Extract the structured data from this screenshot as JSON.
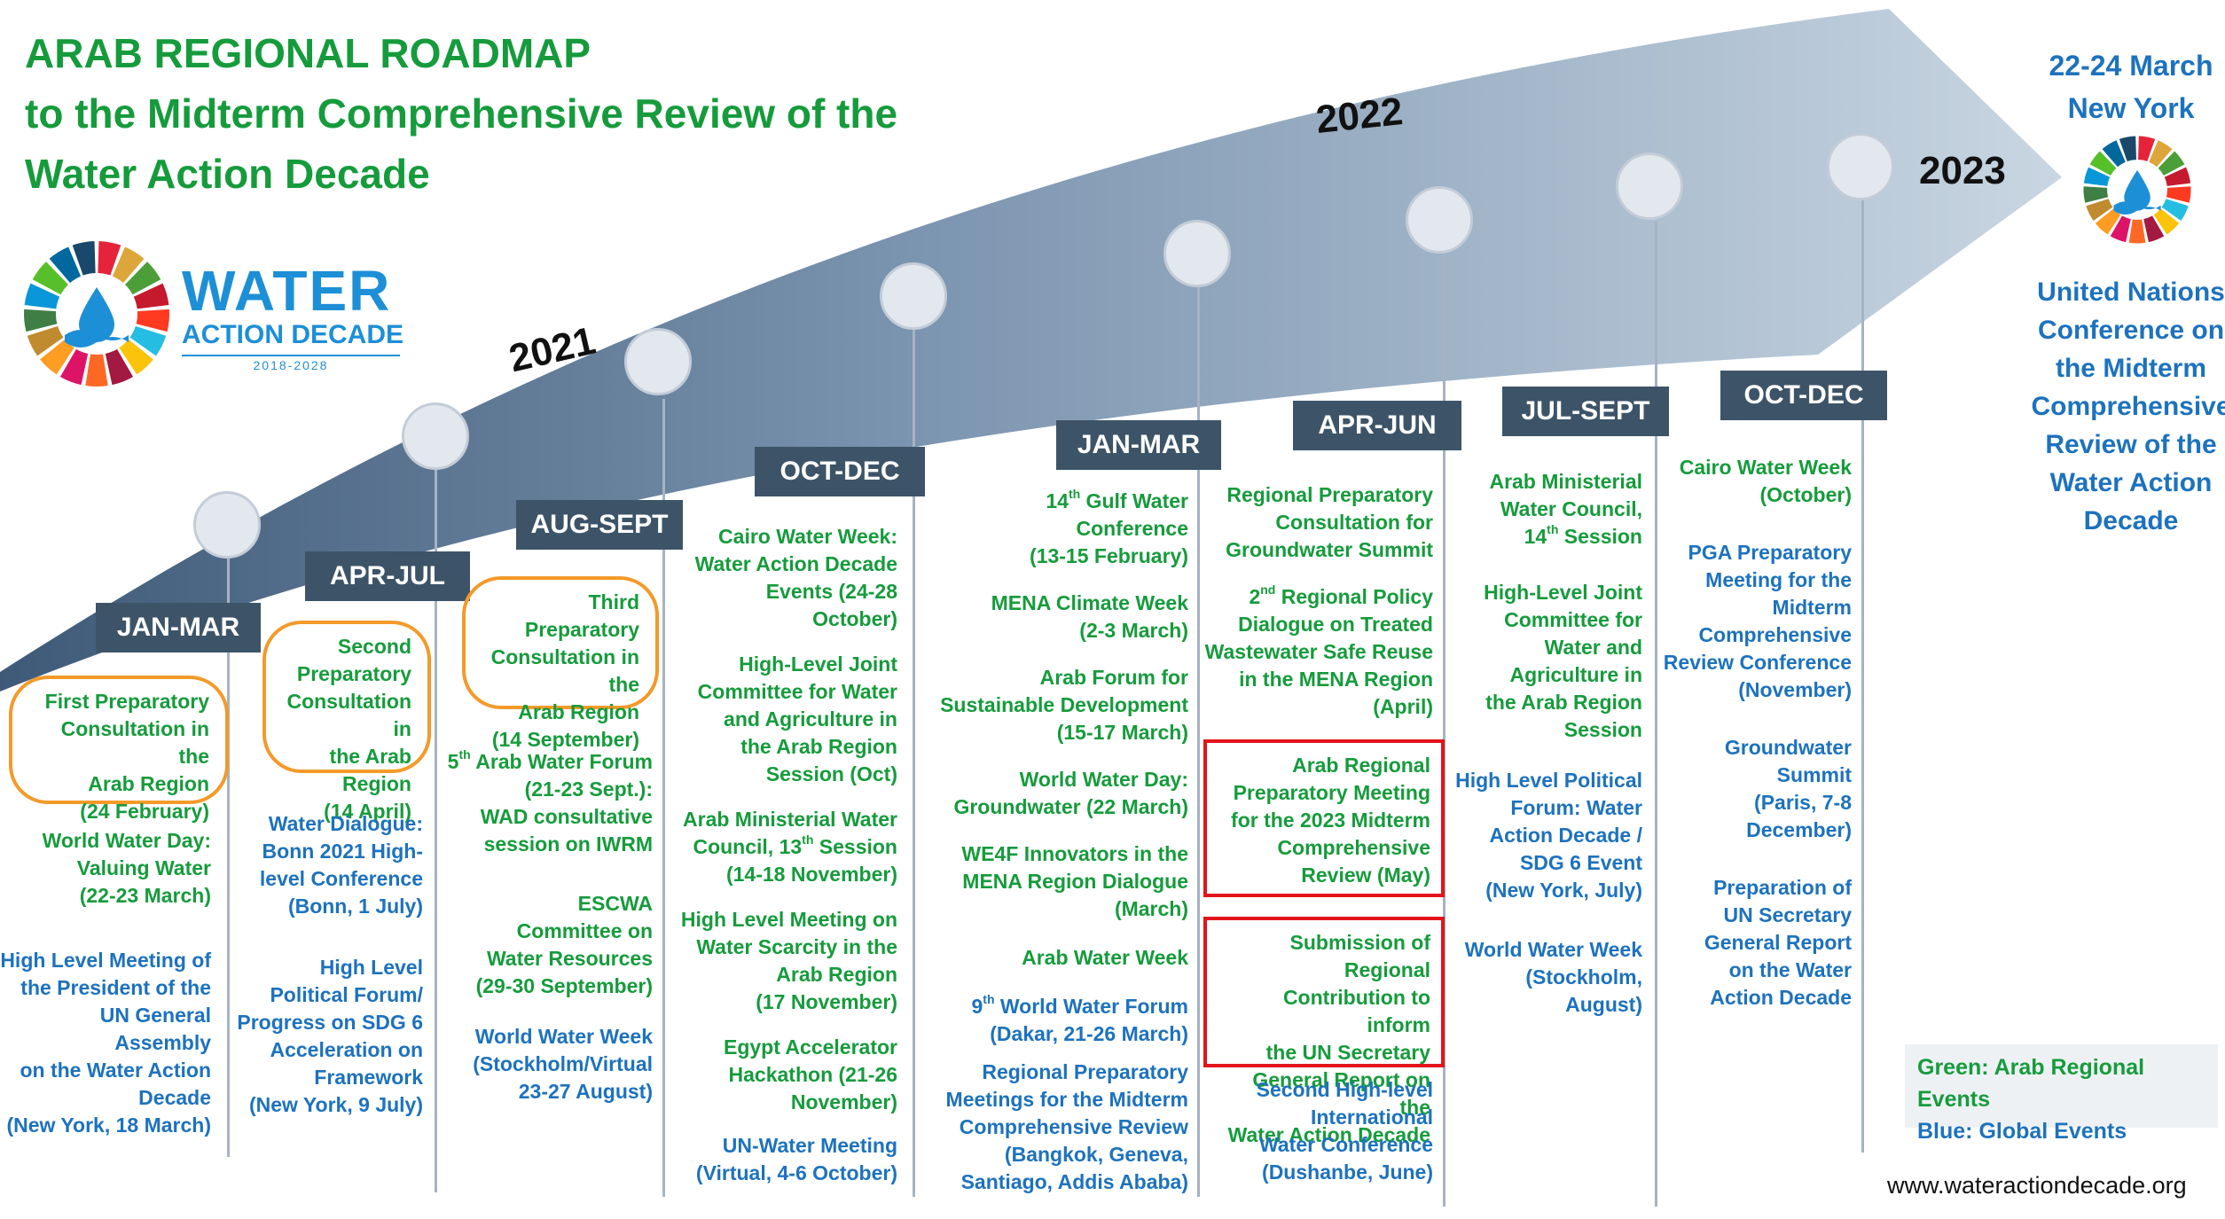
{
  "title": {
    "line1": "ARAB REGIONAL ROADMAP",
    "line2": "to the Midterm Comprehensive Review of the",
    "line3": "Water Action Decade"
  },
  "logo": {
    "word1": "WATER",
    "word2": "ACTION DECADE",
    "years": "2018-2028",
    "icon": "sdg-wheel-water-drop-icon"
  },
  "years": {
    "y2021": "2021",
    "y2022": "2022",
    "y2023": "2023"
  },
  "periods": {
    "p1": "JAN-MAR",
    "p2": "APR-JUL",
    "p3": "AUG-SEPT",
    "p4": "OCT-DEC",
    "p5": "JAN-MAR",
    "p6": "APR-JUN",
    "p7": "JUL-SEPT",
    "p8": "OCT-DEC"
  },
  "events": {
    "c1": {
      "oval": [
        "First Preparatory",
        "Consultation in the",
        "Arab Region",
        "(24 February)"
      ],
      "e1": [
        "World Water Day:",
        "Valuing Water",
        "(22-23 March)"
      ],
      "e2": [
        "High Level Meeting of",
        "the President of the",
        "UN General Assembly",
        "on the Water Action",
        "Decade",
        "(New York, 18 March)"
      ]
    },
    "c2": {
      "oval": [
        "Second",
        "Preparatory",
        "Consultation in",
        "the Arab Region",
        "(14 April)"
      ],
      "e1": [
        "Water Dialogue:",
        "Bonn 2021 High-",
        "level Conference",
        "(Bonn, 1 July)"
      ],
      "e2": [
        "High Level",
        "Political Forum/",
        "Progress on SDG 6",
        "Acceleration on",
        "Framework",
        "(New York, 9 July)"
      ]
    },
    "c3": {
      "oval": [
        "Third Preparatory",
        "Consultation in the",
        "Arab Region",
        "(14 September)"
      ],
      "e1_pre": "5",
      "e1_sup": "th",
      "e1_post": " Arab Water Forum",
      "e1": [
        "(21-23 Sept.):",
        "WAD consultative",
        "session on IWRM"
      ],
      "e2": [
        "ESCWA",
        "Committee on",
        "Water Resources",
        "(29-30 September)"
      ],
      "e3": [
        "World Water Week",
        "(Stockholm/Virtual",
        "23-27 August)"
      ]
    },
    "c4": {
      "e1": [
        "Cairo Water Week:",
        "Water Action Decade",
        "Events (24-28",
        "October)"
      ],
      "e2": [
        "High-Level Joint",
        "Committee for Water",
        "and Agriculture in",
        "the Arab Region",
        "Session (Oct)"
      ],
      "e3_line1": "Arab Ministerial Water",
      "e3_pre": "Council, 13",
      "e3_sup": "th",
      "e3_post": " Session",
      "e3_line3": "(14-18 November)",
      "e4": [
        "High Level Meeting on",
        "Water Scarcity in the",
        "Arab Region",
        "(17 November)"
      ],
      "e5": [
        "Egypt Accelerator",
        "Hackathon (21-26",
        "November)"
      ],
      "e6": [
        "UN-Water Meeting",
        "(Virtual, 4-6 October)"
      ]
    },
    "c5": {
      "e1_pre": "14",
      "e1_sup": "th",
      "e1_post": " Gulf Water Conference",
      "e1_line2": "(13-15 February)",
      "e2": [
        "MENA Climate Week",
        "(2-3 March)"
      ],
      "e3": [
        "Arab Forum for",
        "Sustainable Development",
        "(15-17 March)"
      ],
      "e4": [
        "World Water Day:",
        "Groundwater (22 March)"
      ],
      "e5": [
        "WE4F Innovators in the",
        "MENA Region Dialogue",
        "(March)"
      ],
      "e6": [
        "Arab Water Week"
      ],
      "e7_pre": "9",
      "e7_sup": "th",
      "e7_post": " World Water Forum",
      "e7_line2": "(Dakar,  21-26 March)",
      "e8": [
        "Regional Preparatory",
        "Meetings for the Midterm",
        "Comprehensive Review",
        "(Bangkok, Geneva,",
        "Santiago, Addis Ababa)"
      ]
    },
    "c6": {
      "e1": [
        "Regional Preparatory",
        "Consultation for",
        "Groundwater Summit"
      ],
      "e2_pre": "2",
      "e2_sup": "nd",
      "e2_post": " Regional Policy",
      "e2": [
        "Dialogue on Treated",
        "Wastewater Safe Reuse",
        "in the MENA Region",
        "(April)"
      ],
      "box1": [
        "Arab Regional",
        "Preparatory Meeting",
        "for the 2023 Midterm",
        "Comprehensive",
        "Review (May)"
      ],
      "box2": [
        "Submission of Regional",
        "Contribution to inform",
        "the UN  Secretary",
        "General Report on the",
        "Water Action Decade"
      ],
      "e3": [
        "Second High-level",
        "International",
        "Water Conference",
        "(Dushanbe, June)"
      ]
    },
    "c7": {
      "e1": [
        "Arab Ministerial",
        "Water Council,"
      ],
      "e1_pre": "14",
      "e1_sup": "th",
      "e1_post": " Session",
      "e2": [
        "High-Level Joint",
        "Committee for",
        "Water and",
        "Agriculture in",
        "the Arab Region",
        "Session"
      ],
      "e3": [
        "High Level Political",
        "Forum: Water",
        "Action Decade /",
        "SDG 6 Event",
        "(New York, July)"
      ],
      "e4": [
        "World Water Week",
        "(Stockholm, August)"
      ]
    },
    "c8": {
      "e1": [
        "Cairo Water Week",
        "(October)"
      ],
      "e2": [
        "PGA Preparatory",
        "Meeting for the",
        "Midterm",
        "Comprehensive",
        "Review Conference",
        "(November)"
      ],
      "e3": [
        "Groundwater",
        "Summit",
        "(Paris, 7-8",
        "December)"
      ],
      "e4": [
        "Preparation of",
        "UN Secretary",
        "General Report",
        "on the Water",
        "Action Decade"
      ]
    }
  },
  "un": {
    "date": "22-24 March",
    "city": "New York",
    "body": [
      "United Nations",
      "Conference on",
      "the Midterm",
      "Comprehensive",
      "Review of the",
      "Water Action",
      "Decade"
    ]
  },
  "legend": {
    "green": "Green: Arab Regional Events",
    "blue": "Blue: Global Events"
  },
  "url": "www.wateractiondecade.org",
  "colors": {
    "arab_regional": "#169b3c",
    "global": "#1d72bd",
    "period_label": "#3d5468",
    "highlight_oval": "#f39a2a",
    "highlight_box": "#e3141b"
  }
}
